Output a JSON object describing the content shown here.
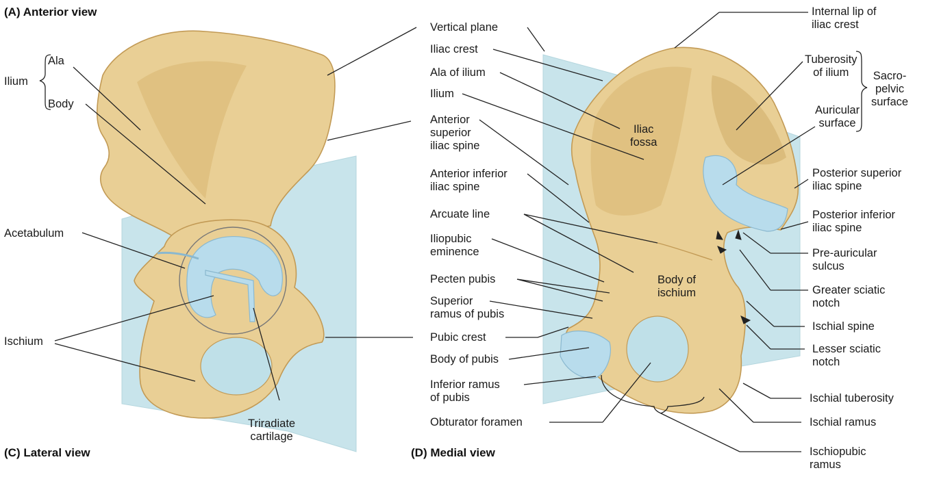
{
  "views": {
    "anterior": "(A) Anterior view",
    "lateral": "(C) Lateral view",
    "medial": "(D) Medial view"
  },
  "colors": {
    "bone": "#e9cf95",
    "bone_outline": "#c29a55",
    "cartilage": "#b8dcec",
    "plane": "#bfe0e8",
    "text": "#1a1a1a"
  },
  "left": {
    "ilium": "Ilium",
    "ala": "Ala",
    "body": "Body",
    "acetabulum": "Acetabulum",
    "ischium": "Ischium",
    "triradiate": "Triradiate\ncartilage"
  },
  "middle": {
    "vertical_plane": "Vertical plane",
    "iliac_crest": "Iliac crest",
    "ala_of_ilium": "Ala of ilium",
    "ilium": "Ilium",
    "asis": "Anterior\nsuperior\niliac spine",
    "aiis": "Anterior inferior\niliac spine",
    "arcuate_line": "Arcuate line",
    "iliopubic": "Iliopubic\neminence",
    "pecten_pubis": "Pecten pubis",
    "superior_ramus": "Superior\nramus of pubis",
    "pubic_crest": "Pubic crest",
    "body_of_pubis": "Body of pubis",
    "inferior_ramus": "Inferior ramus\nof pubis",
    "obturator_foramen": "Obturator foramen"
  },
  "bone_labels": {
    "iliac_fossa": "Iliac\nfossa",
    "body_of_ischium": "Body of\nischium"
  },
  "right": {
    "internal_lip": "Internal lip of\niliac crest",
    "tuberosity": "Tuberosity\nof ilium",
    "sacropelvic": "Sacro-\npelvic\nsurface",
    "auricular": "Auricular\nsurface",
    "psis": "Posterior superior\niliac spine",
    "piis": "Posterior inferior\niliac spine",
    "preauricular": "Pre-auricular\nsulcus",
    "greater_sciatic": "Greater sciatic\nnotch",
    "ischial_spine": "Ischial spine",
    "lesser_sciatic": "Lesser sciatic\nnotch",
    "ischial_tuberosity": "Ischial tuberosity",
    "ischial_ramus": "Ischial ramus",
    "ischiopubic": "Ischiopubic\nramus"
  }
}
